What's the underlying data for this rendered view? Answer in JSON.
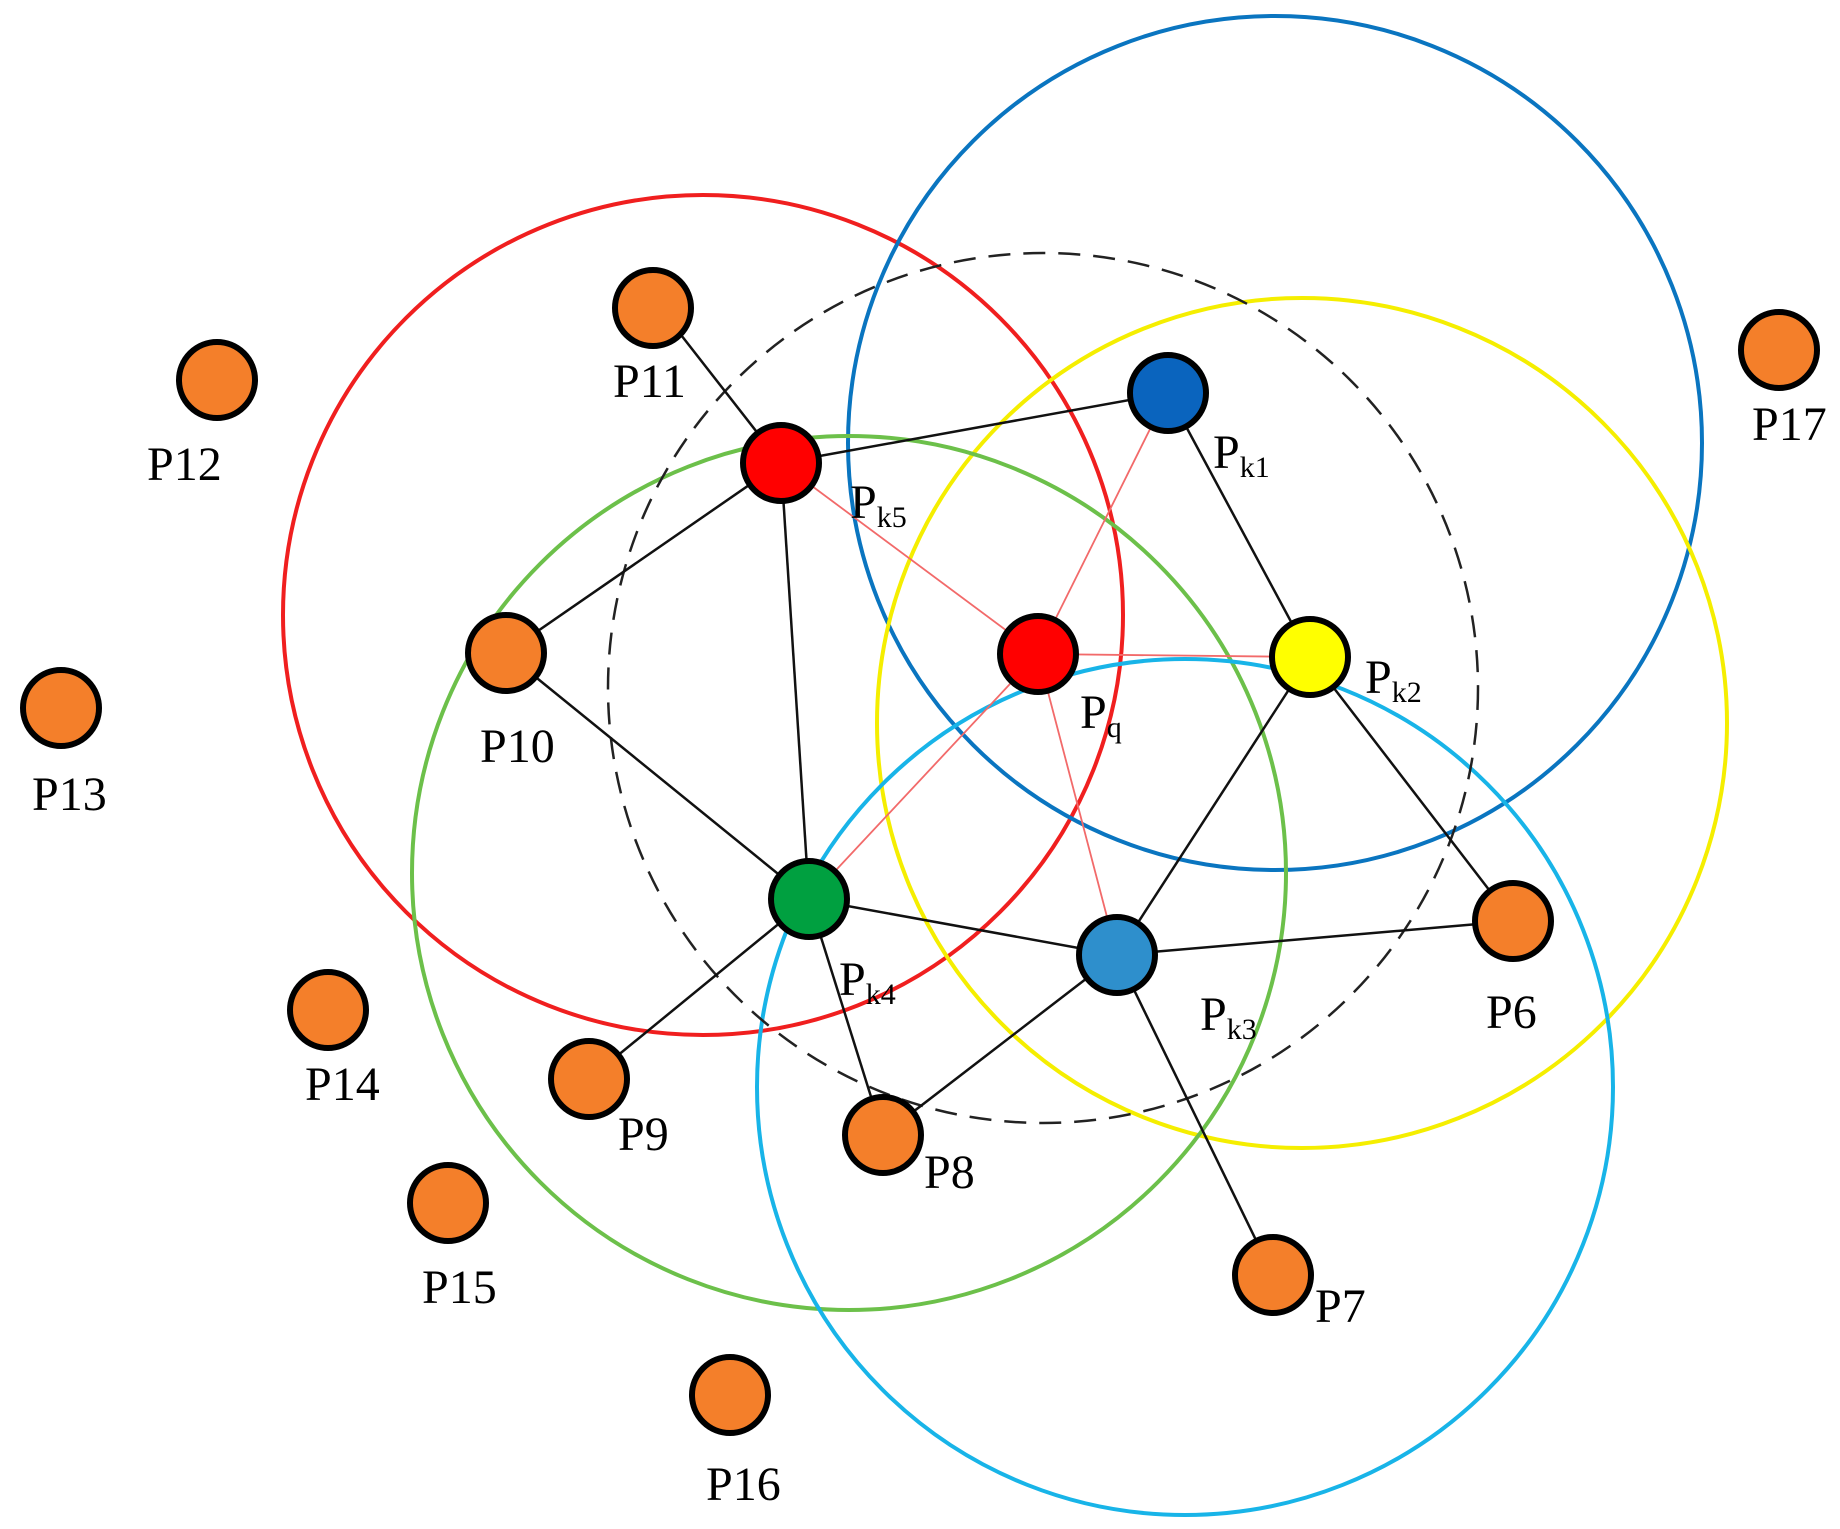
{
  "colors": {
    "orange": "#F47F2A",
    "red": "#FF0000",
    "blue_dark": "#0A64BE",
    "yellow": "#FFFF00",
    "light_blue": "#2E8FCC",
    "green": "#00A040",
    "circle_red": "#F01F1F",
    "circle_blue": "#0A75C0",
    "circle_yellow": "#F5EE00",
    "circle_green": "#6CC04A",
    "circle_cyan": "#18B4E8",
    "circle_dashed": "#222222",
    "edge_red": "#F26A6A",
    "edge_black": "#111111"
  },
  "nodes": {
    "pk1": {
      "main": "P",
      "sub": "k1"
    },
    "pk2": {
      "main": "P",
      "sub": "k2"
    },
    "pk3": {
      "main": "P",
      "sub": "k3"
    },
    "pk4": {
      "main": "P",
      "sub": "k4"
    },
    "pk5": {
      "main": "P",
      "sub": "k5"
    },
    "pq": {
      "main": "P",
      "sub": "q"
    },
    "p6": "P6",
    "p7": "P7",
    "p8": "P8",
    "p9": "P9",
    "p10": "P10",
    "p11": "P11",
    "p12": "P12",
    "p13": "P13",
    "p14": "P14",
    "p15": "P15",
    "p16": "P16",
    "p17": "P17"
  }
}
